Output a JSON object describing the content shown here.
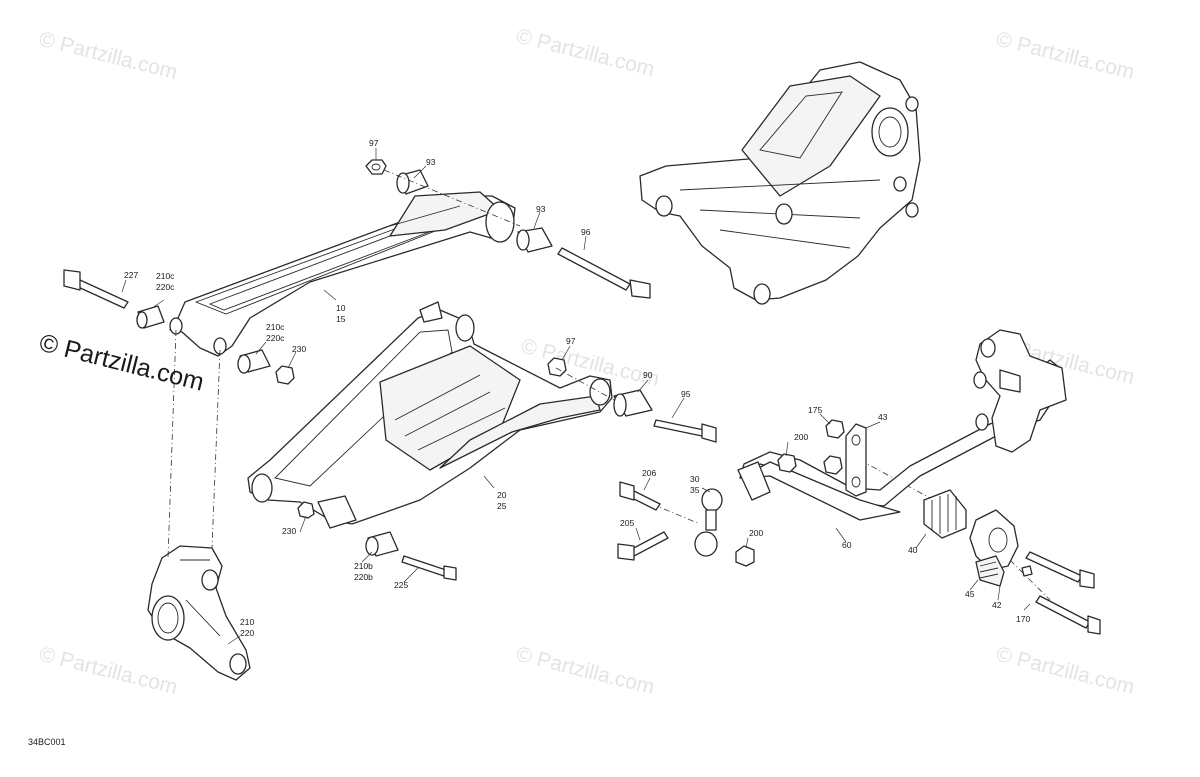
{
  "watermark": {
    "text": "© Partzilla.com",
    "prominent_text": "© Partzilla.com"
  },
  "diagram_code": "34BC001",
  "callouts": {
    "c97a": "97",
    "c93a": "93",
    "c93b": "93",
    "c96": "96",
    "c227": "227",
    "c210c_1": "210c",
    "c220c_1": "220c",
    "c10": "10",
    "c15": "15",
    "c210c_2": "210c",
    "c220c_2": "220c",
    "c230a": "230",
    "c97b": "97",
    "c90": "90",
    "c95": "95",
    "c20": "20",
    "c25": "25",
    "c230b": "230",
    "c210b": "210b",
    "c220b": "220b",
    "c225": "225",
    "c210": "210",
    "c220": "220",
    "c175": "175",
    "c43": "43",
    "c200a": "200",
    "c206": "206",
    "c30": "30",
    "c35": "35",
    "c205": "205",
    "c200b": "200",
    "c60": "60",
    "c40": "40",
    "c45": "45",
    "c42": "42",
    "c170": "170"
  }
}
